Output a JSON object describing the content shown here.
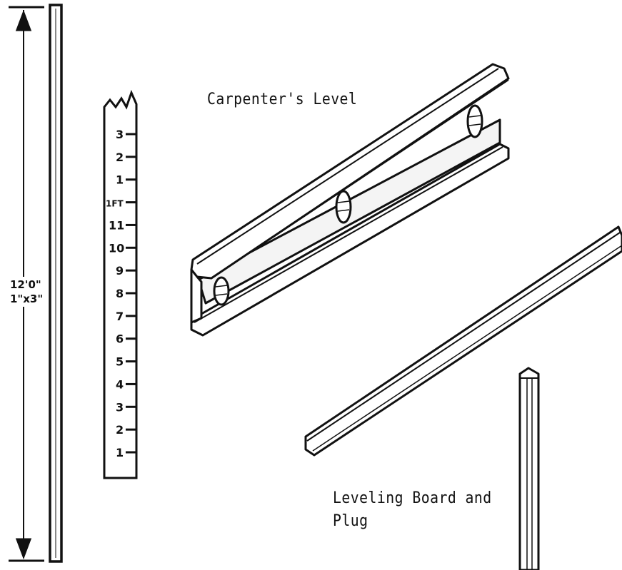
{
  "labels": {
    "carpenters_level": "Carpenter's Level",
    "leveling_board_line1": "Leveling Board and",
    "leveling_board_line2": "Plug",
    "board_length": "12'0\"",
    "board_section": "1\"x3\""
  },
  "ruler_scale": [
    "3",
    "2",
    "1",
    "1FT",
    "11",
    "10",
    "9",
    "8",
    "7",
    "6",
    "5",
    "4",
    "3",
    "2",
    "1"
  ]
}
